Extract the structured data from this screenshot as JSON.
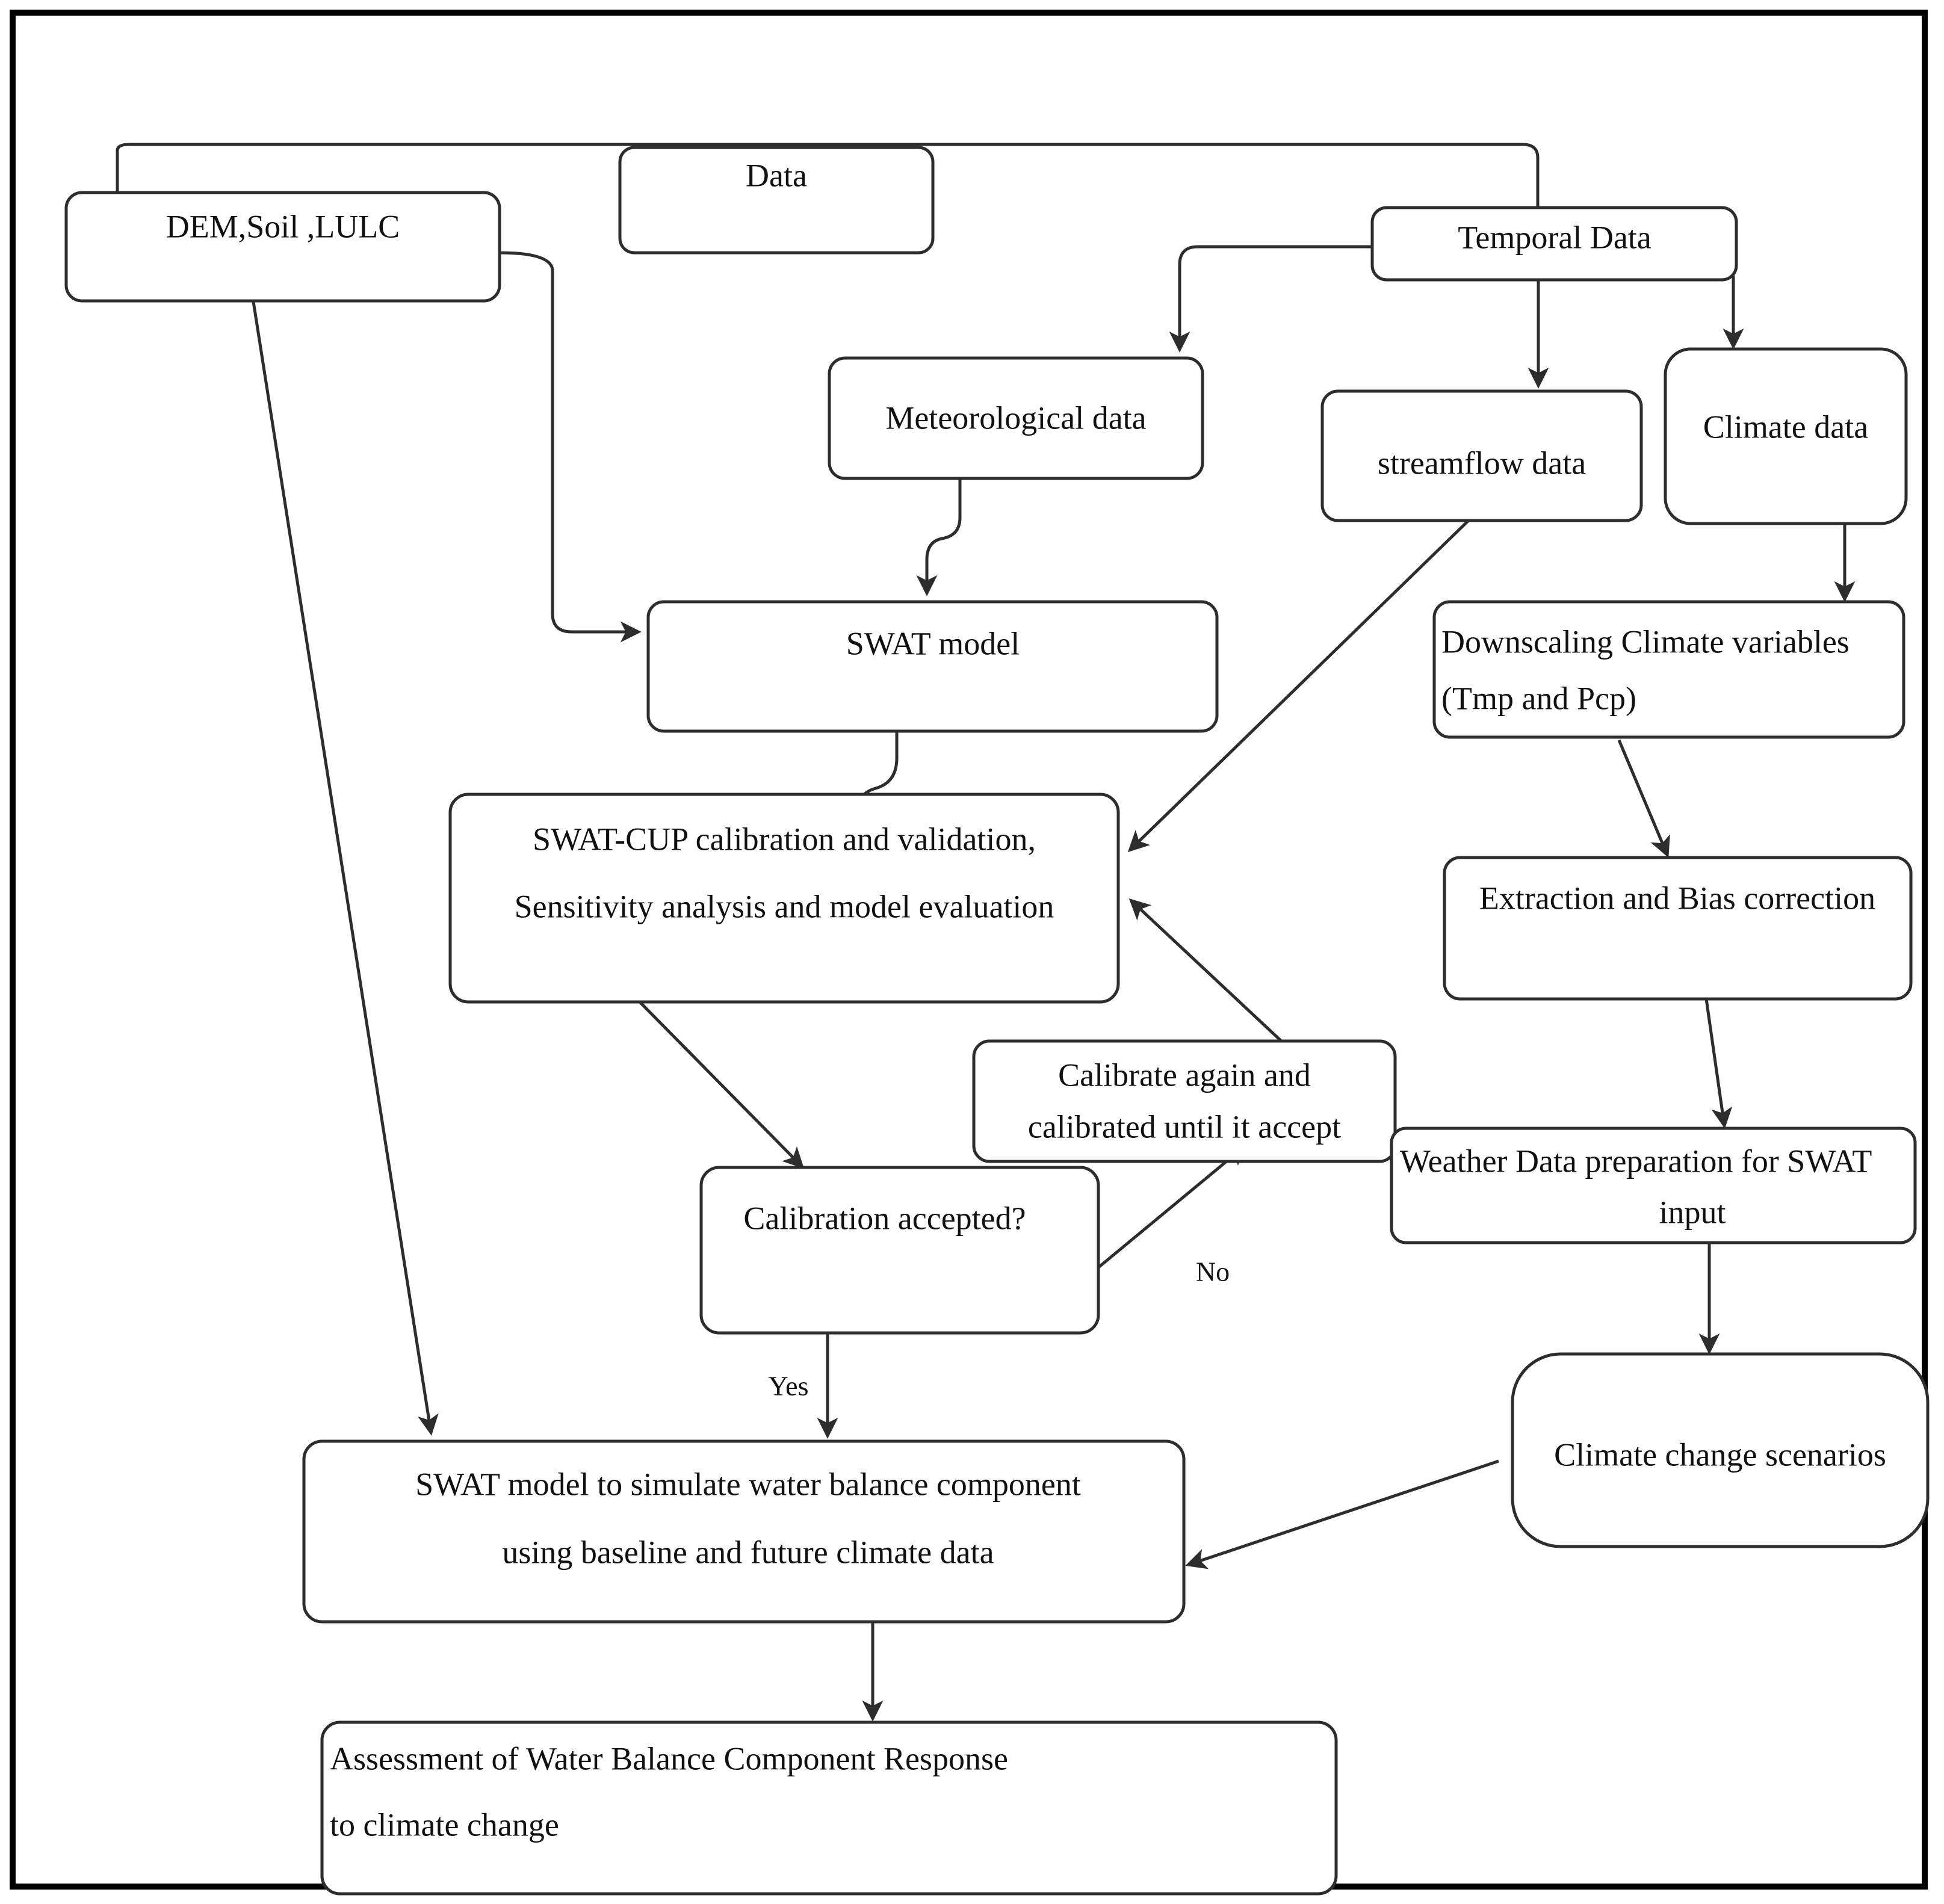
{
  "diagram": {
    "title_text": "",
    "colors": {
      "frame": "#000000",
      "box_stroke": "#2d2d2d",
      "box_fill": "#ffffff",
      "text": "#111111",
      "link": "#2d2d2d"
    },
    "nodes": [
      {
        "id": "data",
        "lines": [
          "Data"
        ]
      },
      {
        "id": "dem_soil_lulc",
        "lines": [
          "DEM,Soil ,LULC"
        ]
      },
      {
        "id": "temporal_data",
        "lines": [
          "Temporal Data"
        ]
      },
      {
        "id": "meteorological",
        "lines": [
          "Meteorological data"
        ]
      },
      {
        "id": "streamflow",
        "lines": [
          "streamflow data"
        ]
      },
      {
        "id": "climate_data",
        "lines": [
          "Climate data"
        ]
      },
      {
        "id": "swat_model",
        "lines": [
          "SWAT model"
        ]
      },
      {
        "id": "downscaling",
        "lines": [
          "Downscaling Climate variables",
          "(Tmp and Pcp)"
        ]
      },
      {
        "id": "swat_cup",
        "lines": [
          "SWAT-CUP calibration and validation,",
          "Sensitivity analysis and model evaluation"
        ]
      },
      {
        "id": "extraction_bias",
        "lines": [
          "Extraction and Bias correction"
        ]
      },
      {
        "id": "calibrate_again",
        "lines": [
          "Calibrate again and",
          "calibrated until it accept"
        ]
      },
      {
        "id": "weather_prep",
        "lines": [
          "Weather Data preparation for SWAT",
          "input"
        ]
      },
      {
        "id": "calib_accepted",
        "lines": [
          "Calibration accepted?"
        ]
      },
      {
        "id": "cc_scenarios",
        "lines": [
          "Climate change scenarios"
        ]
      },
      {
        "id": "swat_simulate",
        "lines": [
          "SWAT model to simulate water balance component",
          "using baseline and future climate data"
        ]
      },
      {
        "id": "assessment",
        "lines": [
          "Assessment of Water Balance Component Response",
          "to climate change"
        ]
      }
    ],
    "edge_labels": [
      {
        "id": "no_label",
        "text": "No"
      },
      {
        "id": "yes_label",
        "text": "Yes"
      }
    ]
  }
}
